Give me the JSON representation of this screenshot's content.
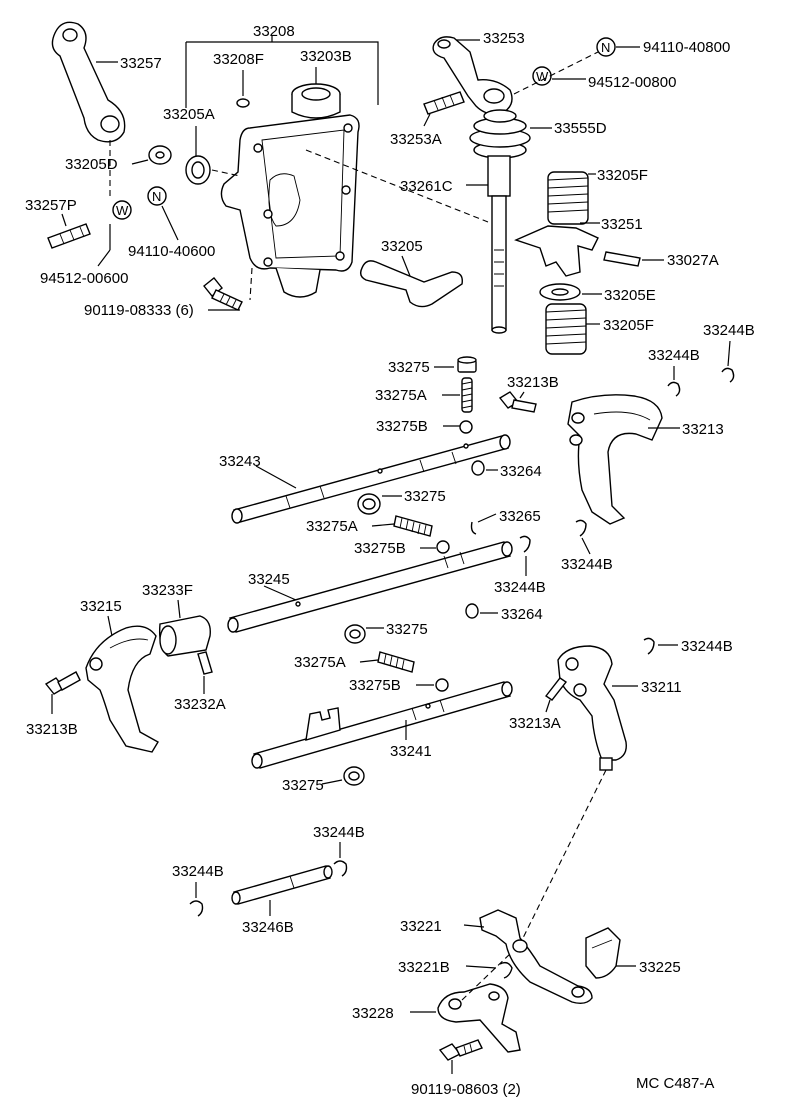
{
  "labels": {
    "p33208": "33208",
    "p33257": "33257",
    "p33208F": "33208F",
    "p33203B": "33203B",
    "p33253": "33253",
    "n94110_40800": "94110-40800",
    "w94512_00800": "94512-00800",
    "p33205A": "33205A",
    "p33253A": "33253A",
    "p33555D": "33555D",
    "p33205D": "33205D",
    "p33261C": "33261C",
    "p33205F_top": "33205F",
    "p33257P": "33257P",
    "p33251": "33251",
    "p33027A": "33027A",
    "n94110_40600": "94110-40600",
    "p33205": "33205",
    "w94512_00600": "94512-00600",
    "p33205E": "33205E",
    "b90119_08333": "90119-08333 (6)",
    "p33205F_bot": "33205F",
    "p33244B_a": "33244B",
    "p33244B_b": "33244B",
    "p33275_a": "33275",
    "p33213B_a": "33213B",
    "p33275A_a": "33275A",
    "p33213": "33213",
    "p33275B_a": "33275B",
    "p33243": "33243",
    "p33264_a": "33264",
    "p33275_b": "33275",
    "p33265": "33265",
    "p33275A_b": "33275A",
    "p33275B_b": "33275B",
    "p33244B_c": "33244B",
    "p33245": "33245",
    "p33244B_d": "33244B",
    "p33233F": "33233F",
    "p33215": "33215",
    "p33264_b": "33264",
    "p33275_c": "33275",
    "p33244B_e": "33244B",
    "p33275A_c": "33275A",
    "p33211": "33211",
    "p33275B_c": "33275B",
    "p33213B_b": "33213B",
    "p33232A": "33232A",
    "p33213A": "33213A",
    "p33241": "33241",
    "p33275_d": "33275",
    "p33244B_f": "33244B",
    "p33244B_g": "33244B",
    "p33246B": "33246B",
    "p33221": "33221",
    "p33221B": "33221B",
    "p33225": "33225",
    "p33228": "33228",
    "b90119_08603": "90119-08603 (2)",
    "catalog_code": "MC  C487-A"
  },
  "markers": {
    "nut": "N",
    "washer": "W"
  }
}
